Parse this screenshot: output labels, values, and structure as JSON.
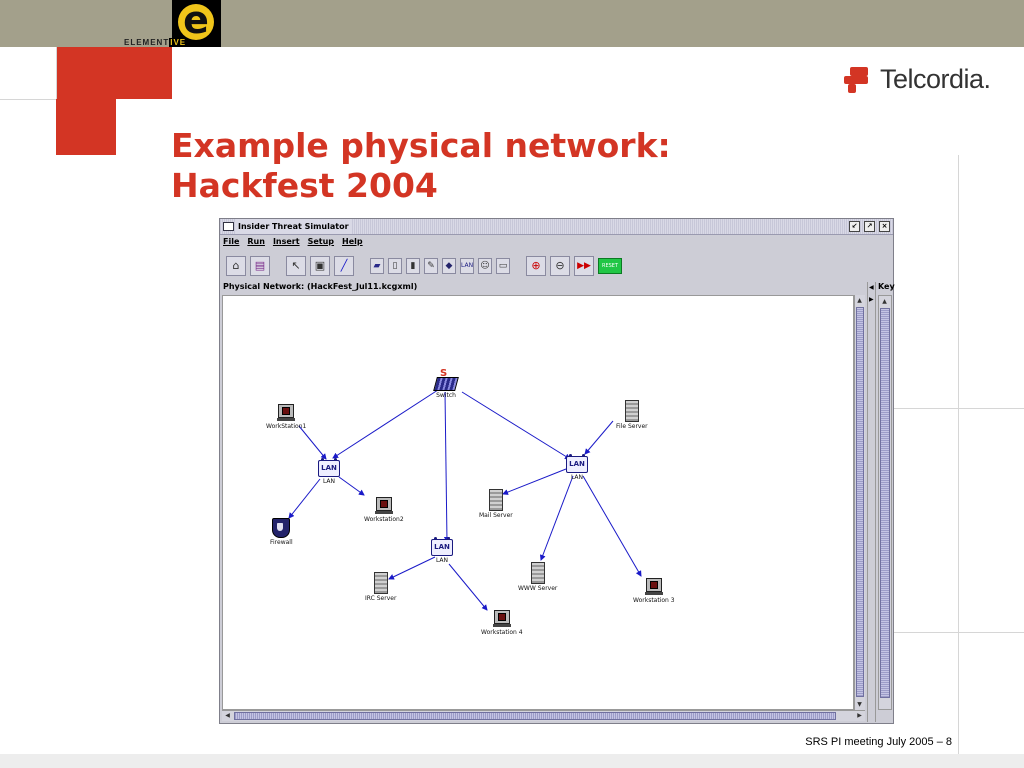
{
  "branding": {
    "element_prefix": "ELEMENT",
    "element_suffix": "IVE",
    "logo_letter": "e",
    "company": "Telcordia."
  },
  "slide": {
    "title_line1": "Example physical network:",
    "title_line2": "Hackfest 2004",
    "footer": "SRS PI meeting July 2005 – 8",
    "accent_color": "#d33524"
  },
  "app": {
    "window_title": "Insider Threat Simulator",
    "menu": [
      "File",
      "Run",
      "Insert",
      "Setup",
      "Help"
    ],
    "panel_title": "Physical Network: (HackFest_Jul11.kcgxml)",
    "key_title": "Key",
    "toolbar": {
      "open": "open-folder-icon",
      "save": "save-disk-icon",
      "select": "pointer-icon",
      "workstation": "workstation-icon",
      "link": "line-icon",
      "zoom_in": "zoom-in-icon",
      "zoom_out": "zoom-out-icon",
      "fast_forward": "fast-forward-icon",
      "reset_label": "RESET"
    }
  },
  "network": {
    "switch_marker": "S",
    "nodes": [
      {
        "id": "switch",
        "label": "Switch",
        "type": "switch"
      },
      {
        "id": "ws1",
        "label": "WorkStation1",
        "type": "workstation"
      },
      {
        "id": "lan_left",
        "label": "LAN",
        "type": "lan"
      },
      {
        "id": "firewall",
        "label": "Firewall",
        "type": "firewall"
      },
      {
        "id": "ws2",
        "label": "Workstation2",
        "type": "workstation"
      },
      {
        "id": "lan_center",
        "label": "LAN",
        "type": "lan"
      },
      {
        "id": "irc",
        "label": "IRC Server",
        "type": "server"
      },
      {
        "id": "ws4",
        "label": "Workstation 4",
        "type": "workstation"
      },
      {
        "id": "mail",
        "label": "Mail Server",
        "type": "server"
      },
      {
        "id": "lan_right",
        "label": "LAN",
        "type": "lan"
      },
      {
        "id": "file",
        "label": "File Server",
        "type": "server"
      },
      {
        "id": "www",
        "label": "WWW Server",
        "type": "server"
      },
      {
        "id": "ws3",
        "label": "Workstation 3",
        "type": "workstation"
      }
    ],
    "edge_color": "#1a1ac8"
  }
}
